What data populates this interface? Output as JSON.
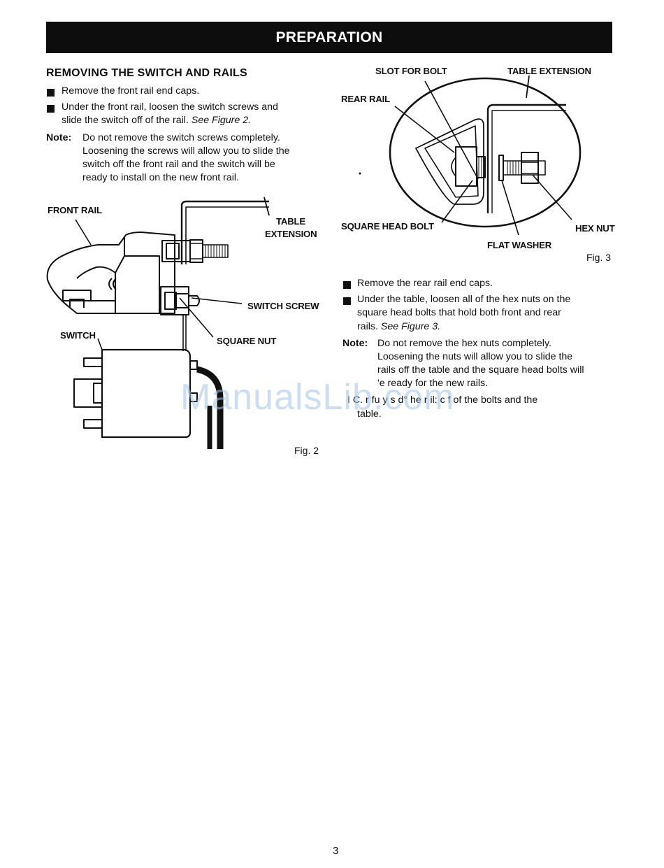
{
  "header": {
    "title": "PREPARATION"
  },
  "left": {
    "heading": "REMOVING THE SWITCH AND RAILS",
    "bullets": [
      "Remove the front rail end caps.",
      "Under the front rail, loosen the switch screws and",
      "slide the switch off of the rail."
    ],
    "see_fig2": "See Figure 2.",
    "note_label": "Note:",
    "note_lines": [
      "Do not remove the switch screws completely.",
      "Loosening the screws will allow you to slide the",
      "switch off the front rail and the switch will be",
      "ready to install on the new front rail."
    ]
  },
  "fig2": {
    "labels": {
      "front_rail": "FRONT RAIL",
      "table": "TABLE",
      "extension": "EXTENSION",
      "switch_screw": "SWITCH SCREW",
      "switch": "SWITCH",
      "square_nut": "SQUARE NUT"
    },
    "caption": "Fig. 2"
  },
  "fig3": {
    "labels": {
      "slot_for_bolt": "SLOT FOR BOLT",
      "table_extension": "TABLE EXTENSION",
      "rear_rail": "REAR RAIL",
      "square_head_bolt": "SQUARE HEAD BOLT",
      "hex_nut": "HEX NUT",
      "flat_washer": "FLAT WASHER"
    },
    "caption": "Fig. 3"
  },
  "right": {
    "bullet1": "Remove the rear rail end caps.",
    "bullet2_lines": [
      "Under the table, loosen all of the hex nuts on the",
      "square head bolts that hold both front and rear",
      "rails."
    ],
    "see_fig3": "See Figure 3.",
    "note_label": "Note:",
    "note_lines": [
      "Do not remove the hex nuts completely.",
      "Loosening the nuts will allow you to slide the",
      "rails off the table and the square head bolts will",
      "'e ready for the new rails."
    ],
    "bullet3_lines": [
      "I C. r fu y s d° he r il: c f of the bolts and the",
      "table."
    ]
  },
  "watermark": "ManualsLib.com",
  "page_number": "3"
}
